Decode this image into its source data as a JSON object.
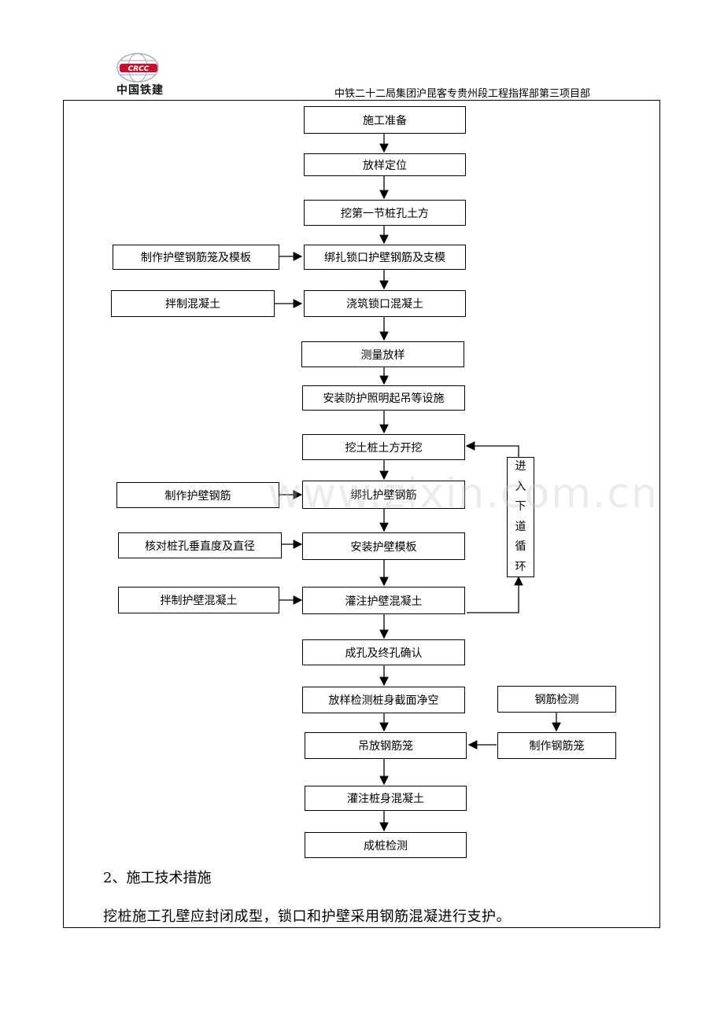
{
  "header": {
    "logo_text": "中国铁建",
    "logo_mark": "CRCC",
    "organization": "中铁二十二局集团沪昆客专贵州段工程指挥部第三项目部"
  },
  "flowchart": {
    "main_steps": [
      "施工准备",
      "放样定位",
      "挖第一节桩孔土方",
      "绑扎锁口护壁钢筋及支模",
      "浇筑锁口混凝土",
      "测量放样",
      "安装防护照明起吊等设施",
      "挖土桩土方开挖",
      "绑扎护壁钢筋",
      "安装护壁模板",
      "灌注护壁混凝土",
      "成孔及终孔确认",
      "放样检测桩身截面净空",
      "吊放钢筋笼",
      "灌注桩身混凝土",
      "成桩检测"
    ],
    "side_steps": [
      "制作护壁钢筋笼及模板",
      "拌制混凝土",
      "制作护壁钢筋",
      "核对桩孔垂直度及直径",
      "拌制护壁混凝土",
      "钢筋检测",
      "制作钢筋笼"
    ],
    "loop_label": [
      "进",
      "入",
      "下",
      "道",
      "循",
      "环"
    ]
  },
  "watermark": "www.zixin.com.cn",
  "section_heading": "2、施工技术措施",
  "paragraph": "挖桩施工孔壁应封闭成型，锁口和护壁采用钢筋混凝进行支护。"
}
